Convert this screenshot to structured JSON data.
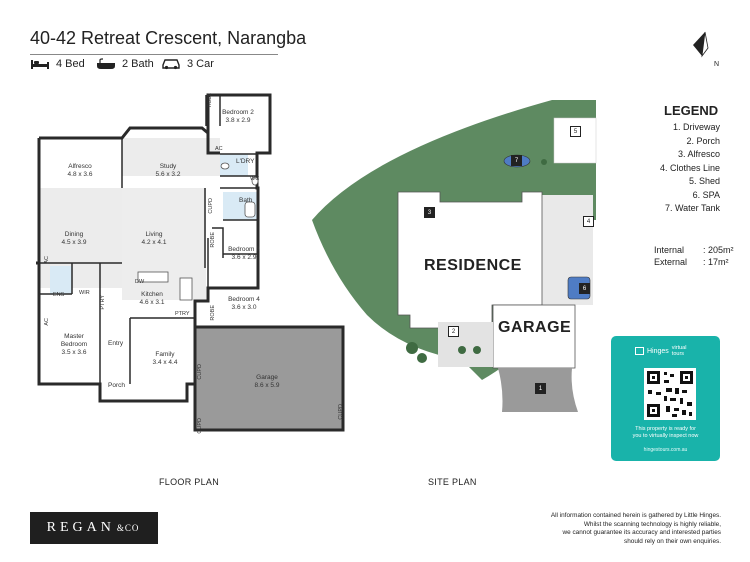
{
  "header": {
    "address": "40-42 Retreat Crescent, Narangba",
    "beds": "4 Bed",
    "baths": "2 Bath",
    "cars": "3 Car",
    "compass_label": "N"
  },
  "floor_plan": {
    "label": "FLOOR PLAN",
    "rooms": {
      "robe": "ROBE",
      "bedroom2_name": "Bedroom 2",
      "bedroom2_size": "3.8 x 2.9",
      "ac": "AC",
      "alfresco_name": "Alfresco",
      "alfresco_size": "4.8 x 3.6",
      "study_name": "Study",
      "study_size": "5.6 x 3.2",
      "ldry": "L'DRY",
      "wc": "WC",
      "cupd": "CUPD",
      "bath": "Bath",
      "dining_name": "Dining",
      "dining_size": "4.5 x 3.9",
      "living_name": "Living",
      "living_size": "4.2 x 4.1",
      "bedroom3_name": "Bedroom 3",
      "bedroom3_size": "3.6 x 2.9",
      "ens": "ENS",
      "wir": "WIR",
      "dw": "DW",
      "kitchen_name": "Kitchen",
      "kitchen_size": "4.6 x 3.1",
      "bedroom4_name": "Bedroom 4",
      "bedroom4_size": "3.6 x 3.0",
      "ptry": "PTRY",
      "master_name": "Master",
      "master_name2": "Bedroom",
      "master_size": "3.5 x 3.6",
      "entry": "Entry",
      "family_name": "Family",
      "family_size": "3.4 x 4.4",
      "porch": "Porch",
      "garage_name": "Garage",
      "garage_size": "8.6 x 5.9"
    }
  },
  "site_plan": {
    "label": "SITE PLAN",
    "residence": "RESIDENCE",
    "garage": "GARAGE",
    "markers": [
      "1",
      "2",
      "3",
      "4",
      "5",
      "6",
      "7"
    ]
  },
  "legend": {
    "title": "LEGEND",
    "items": [
      "1. Driveway",
      "2. Porch",
      "3. Alfresco",
      "4. Clothes Line",
      "5. Shed",
      "6. SPA",
      "7. Water Tank"
    ]
  },
  "areas": {
    "internal_label": "Internal",
    "internal_value": ": 205m²",
    "external_label": "External",
    "external_value": ":  17m²"
  },
  "qr_card": {
    "brand": "Hinges",
    "brand_tag": "virtual tours",
    "caption_line1": "This property is ready for",
    "caption_line2": "you to virtually inspect now",
    "url": "hingestours.com.au"
  },
  "footer": {
    "logo_left": "REGAN",
    "logo_amp": "&CO",
    "disclaimer": [
      "All information contained herein is gathered by Little Hinges.",
      "Whilst the scanning technology is highly reliable,",
      "we cannot guarantee its accuracy and interested parties",
      "should rely on their own enquiries."
    ]
  },
  "colors": {
    "lawn": "#5e8a61",
    "spa": "#4f7cc4",
    "garage_floor": "#9a9a9a",
    "qr_card": "#19b3aa",
    "wet_area": "#d9eaf5"
  }
}
